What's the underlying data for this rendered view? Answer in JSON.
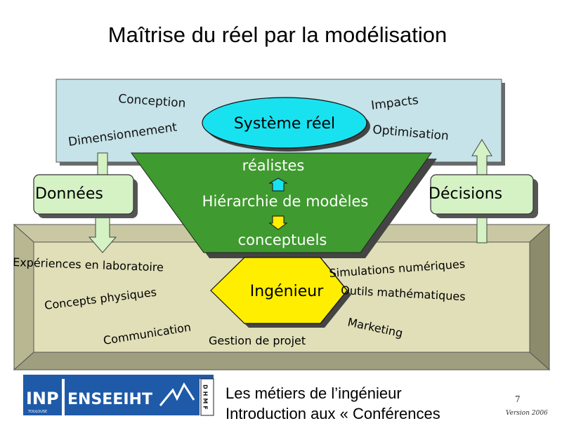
{
  "title": "Maîtrise du réel par la modélisation",
  "top_panel": {
    "center_label": "Système réel",
    "labels": [
      "Conception",
      "Dimensionnement",
      "Impacts",
      "Optimisation"
    ]
  },
  "funnel": {
    "top_label": "réalistes",
    "middle_label": "Hiérarchie de modèles",
    "bottom_label": "conceptuels"
  },
  "left_box": {
    "label": "Données"
  },
  "right_box": {
    "label": "Décisions"
  },
  "bottom_panel": {
    "center_label": "Ingénieur",
    "labels": [
      "Expériences en laboratoire",
      "Concepts physiques",
      "Communication",
      "Gestion de projet",
      "Simulations numériques",
      "Outils mathématiques",
      "Marketing"
    ]
  },
  "footer": {
    "logo_inp": "INP",
    "logo_inp_sub": "TOULOUSE",
    "logo_enseeiht": "ENSEEIHT",
    "logo_dept": "DHMF",
    "title": "Les métiers de l’ingénieur",
    "subtitle": "Introduction aux « Conférences",
    "page": "7",
    "version": "Version 2006"
  },
  "colors": {
    "top_panel": "#c5e3e8",
    "bottom_panel": "#e0dfb8",
    "green_box": "#d4f2c4",
    "funnel": "#3f9a2f",
    "ellipse": "#19e2f0",
    "hexagon": "#ffee00",
    "logo_blue": "#1e5aa8"
  }
}
